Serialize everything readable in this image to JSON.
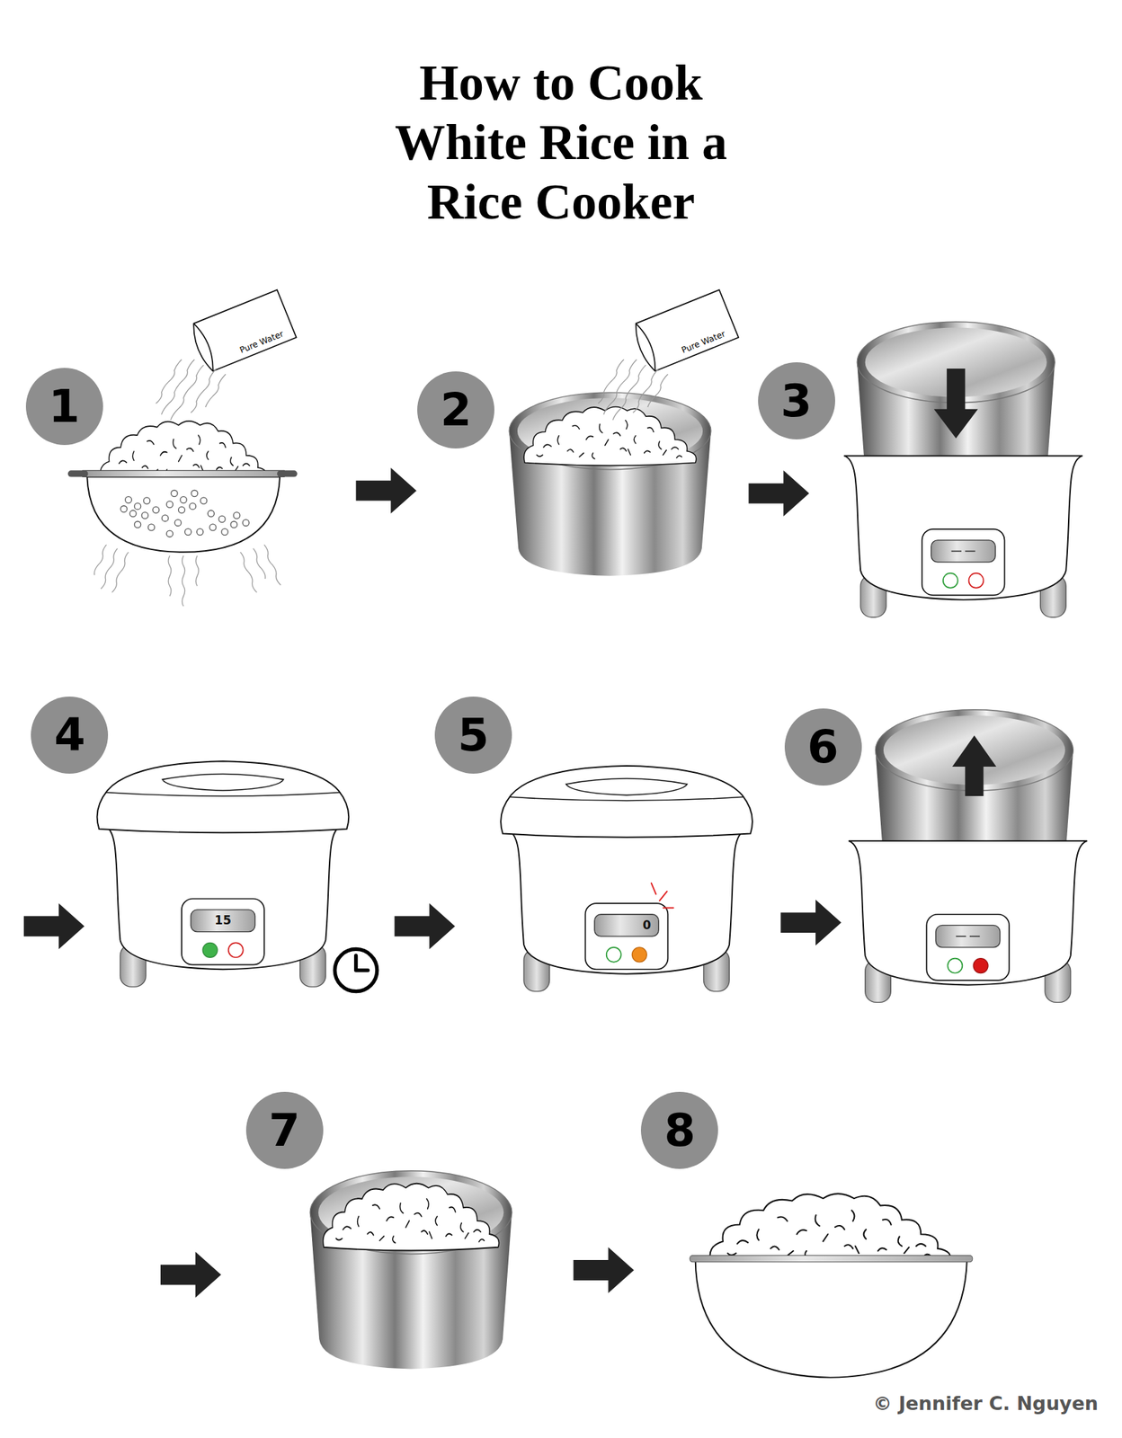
{
  "diagram": {
    "title": "How to Cook White Rice in a Rice Cooker",
    "nodes": [
      {
        "text": [
          "1"
        ]
      },
      {
        "text": [
          "2"
        ]
      },
      {
        "text": [
          "3"
        ]
      },
      {
        "text": [
          "4"
        ]
      },
      {
        "text": [
          "5"
        ]
      },
      {
        "text": [
          "6"
        ]
      },
      {
        "text": [
          "7"
        ]
      },
      {
        "text": [
          "8"
        ]
      }
    ],
    "labels": [
      "Pure Water",
      "Pure Water",
      "15",
      "0",
      "© Jennifer C. Nguyen"
    ]
  }
}
